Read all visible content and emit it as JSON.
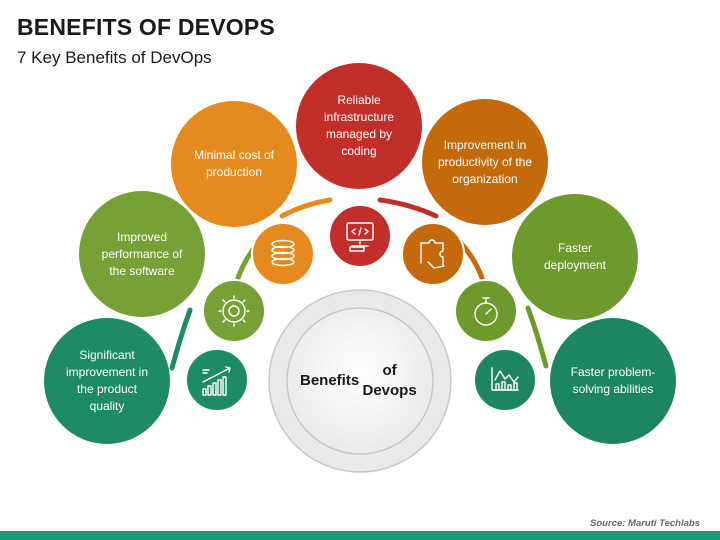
{
  "header": {
    "title": "BENEFITS OF DEVOPS",
    "subtitle": "7 Key Benefits of DevOps"
  },
  "center": {
    "label": "Benefits of Devops"
  },
  "benefits": [
    {
      "label": "Significant improvement in the product quality",
      "icon": "growth-chart-icon",
      "color": "#1d8a68"
    },
    {
      "label": "Improved performance of the software",
      "icon": "gear-cycle-icon",
      "color": "#77a037"
    },
    {
      "label": "Minimal cost of production",
      "icon": "coin-stack-icon",
      "color": "#e48a1e"
    },
    {
      "label": "Reliable infrastructure managed by coding",
      "icon": "code-monitor-icon",
      "color": "#c22f2a"
    },
    {
      "label": "Improvement in productivity of the organization",
      "icon": "puzzle-hand-icon",
      "color": "#c5690d"
    },
    {
      "label": "Faster deployment",
      "icon": "stopwatch-icon",
      "color": "#6d9a2d"
    },
    {
      "label": "Faster problem-solving abilities",
      "icon": "line-chart-icon",
      "color": "#1e8563"
    }
  ],
  "footer": {
    "source": "Source: Maruti Techlabs",
    "accent_color": "#1d9a7a"
  }
}
